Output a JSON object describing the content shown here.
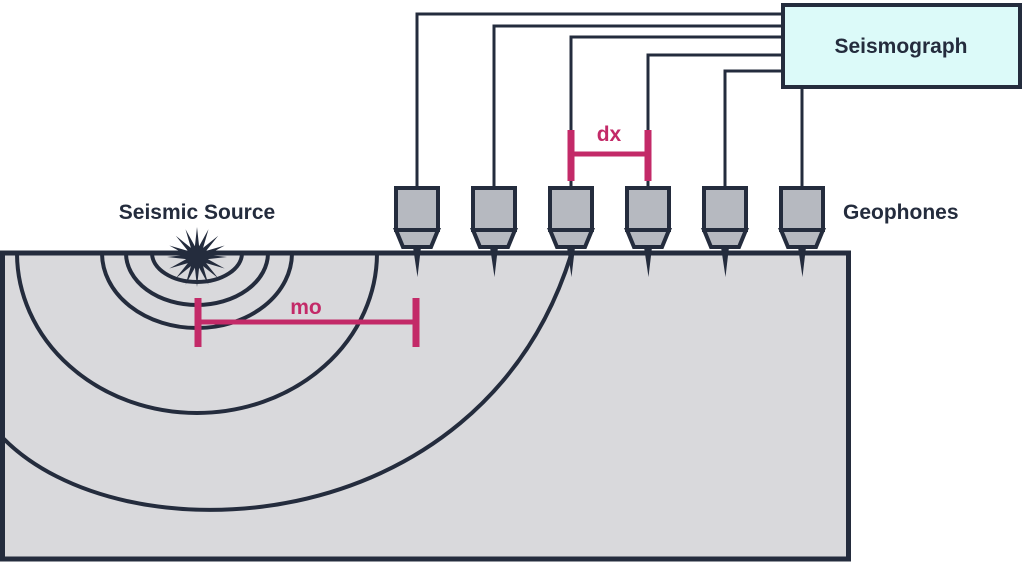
{
  "title": "Seismic refraction survey diagram",
  "labels": {
    "seismograph": "Seismograph",
    "geophones": "Geophones",
    "seismic_source": "Seismic Source",
    "dx": "dx",
    "mo": "mo"
  },
  "colors": {
    "ink": "#242c3d",
    "accent": "#c32a68",
    "box_fill": "#dcfaf9",
    "ground_fill": "#d9d9dc",
    "device_fill": "#b6b9c0",
    "page_bg": "#ffffff"
  },
  "diagram": {
    "geophone_count": 6,
    "wavefront_count": 5,
    "source_at_surface": true,
    "dx_between_geophones": [
      3,
      4
    ],
    "mo_from_source_to_geophone": 1
  }
}
